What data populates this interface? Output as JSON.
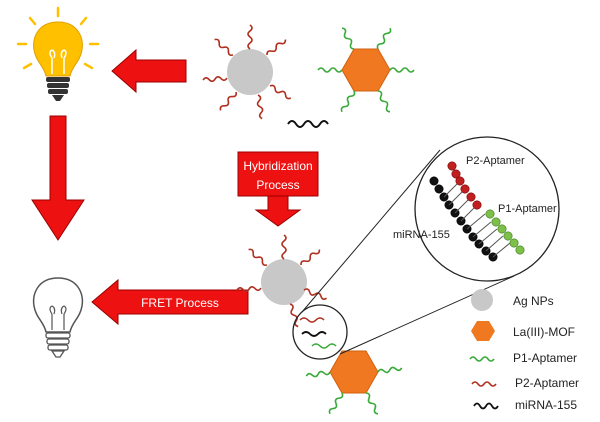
{
  "process_labels": {
    "hybridization_line1": "Hybridization",
    "hybridization_line2": "Process",
    "fret": "FRET Process"
  },
  "zoom_labels": {
    "p2": "P2-Aptamer",
    "p1": "P1-Aptamer",
    "mirna": "miRNA-155"
  },
  "legend": {
    "ag": "Ag NPs",
    "mof": "La(III)-MOF",
    "p1": "P1-Aptamer",
    "p2": "P2-Aptamer",
    "mirna": "miRNA-155"
  },
  "colors": {
    "arrow_red": "#ee1111",
    "ag_gray": "#c8c8c8",
    "mof_orange": "#f07820",
    "p1_green": "#3aaa3a",
    "p2_red": "#b03020",
    "mirna_black": "#111111",
    "bulb_yellow": "#ffc000"
  }
}
